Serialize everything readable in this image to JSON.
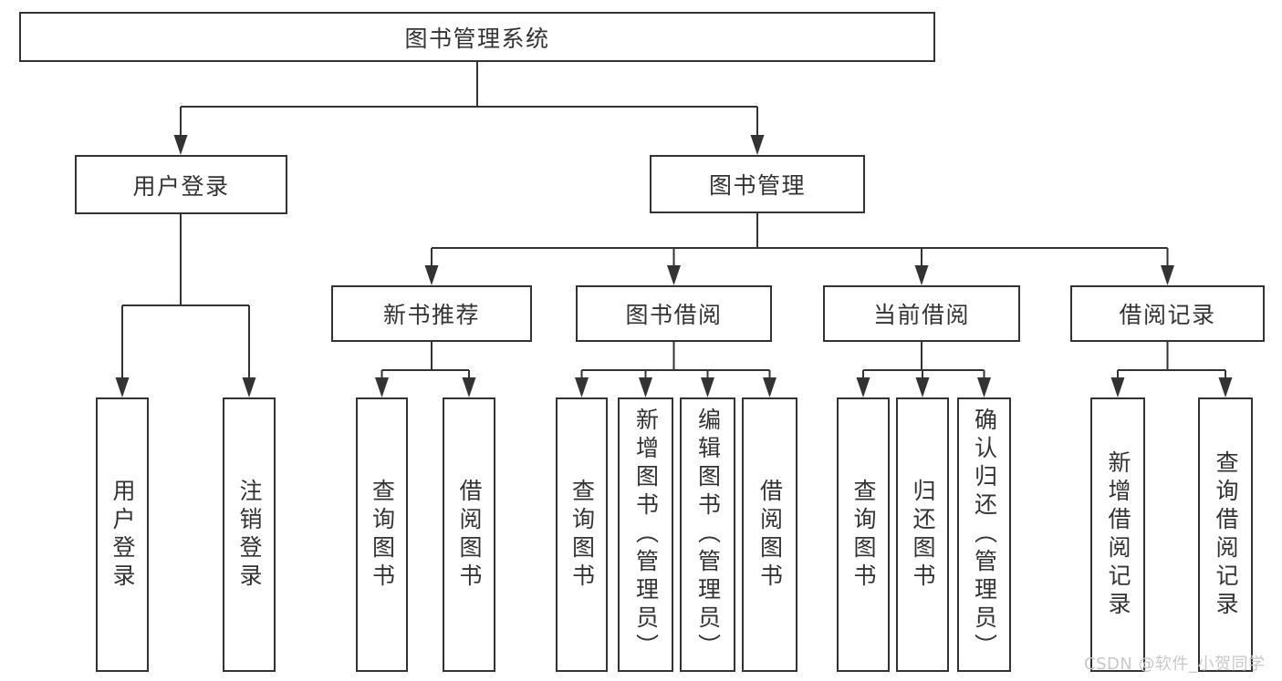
{
  "page": {
    "watermark": "CSDN @软件_小贺同学"
  },
  "colors": {
    "line": "#333333",
    "text": "#333333",
    "box_background": "#ffffff",
    "watermark": "#c8c8c8",
    "background": "#ffffff"
  },
  "nodes": {
    "root": {
      "label": "图书管理系统"
    },
    "level2": [
      {
        "label": "用户登录",
        "parent": "图书管理系统"
      },
      {
        "label": "图书管理",
        "parent": "图书管理系统"
      }
    ],
    "level3": [
      {
        "label": "新书推荐",
        "parent": "图书管理"
      },
      {
        "label": "图书借阅",
        "parent": "图书管理"
      },
      {
        "label": "当前借阅",
        "parent": "图书管理"
      },
      {
        "label": "借阅记录",
        "parent": "图书管理"
      }
    ],
    "level4": [
      {
        "label": "用户登录",
        "parent": "用户登录"
      },
      {
        "label": "注销登录",
        "parent": "用户登录"
      },
      {
        "label": "查询图书",
        "parent": "新书推荐"
      },
      {
        "label": "借阅图书",
        "parent": "新书推荐"
      },
      {
        "label": "查询图书",
        "parent": "图书借阅"
      },
      {
        "label": "新增图书（管理员）",
        "parent": "图书借阅"
      },
      {
        "label": "编辑图书（管理员）",
        "parent": "图书借阅"
      },
      {
        "label": "借阅图书",
        "parent": "图书借阅"
      },
      {
        "label": "查询图书",
        "parent": "当前借阅"
      },
      {
        "label": "归还图书",
        "parent": "当前借阅"
      },
      {
        "label": "确认归还（管理员）",
        "parent": "当前借阅"
      },
      {
        "label": "新增借阅记录",
        "parent": "借阅记录"
      },
      {
        "label": "查询借阅记录",
        "parent": "借阅记录"
      }
    ]
  }
}
